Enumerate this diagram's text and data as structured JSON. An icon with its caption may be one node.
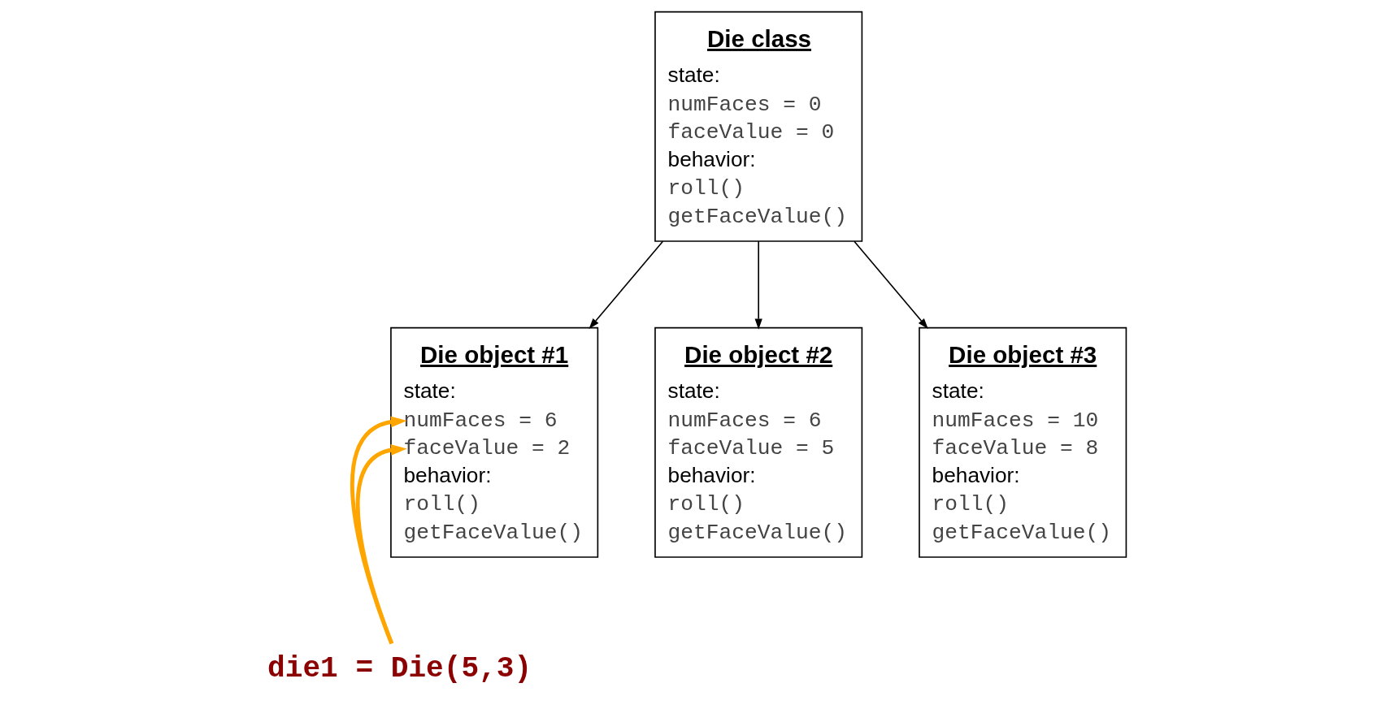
{
  "diagram": {
    "nodes": [
      {
        "text": [
          "Die class",
          "state:",
          "numFaces = 0",
          "faceValue = 0",
          "behavior:",
          "roll()",
          "getFaceValue()"
        ]
      },
      {
        "text": [
          "Die object #1",
          "state:",
          "numFaces = 6",
          "faceValue = 2",
          "behavior:",
          "roll()",
          "getFaceValue()"
        ]
      },
      {
        "text": [
          "Die object #2",
          "state:",
          "numFaces = 6",
          "faceValue = 5",
          "behavior:",
          "roll()",
          "getFaceValue()"
        ]
      },
      {
        "text": [
          "Die object #3",
          "state:",
          "numFaces = 10",
          "faceValue = 8",
          "behavior:",
          "roll()",
          "getFaceValue()"
        ]
      },
      {
        "text": [
          "die1 = Die(5,3)"
        ]
      }
    ],
    "edges": [
      {
        "from": 0,
        "to": 1,
        "arrow": "to"
      },
      {
        "from": 0,
        "to": 2,
        "arrow": "to"
      },
      {
        "from": 0,
        "to": 3,
        "arrow": "to"
      },
      {
        "from": 4,
        "to": 1,
        "arrow": "to",
        "style": "thick",
        "color": "#ffa500"
      },
      {
        "from": 4,
        "to": 1,
        "arrow": "to",
        "style": "thick",
        "color": "#ffa500"
      }
    ]
  }
}
